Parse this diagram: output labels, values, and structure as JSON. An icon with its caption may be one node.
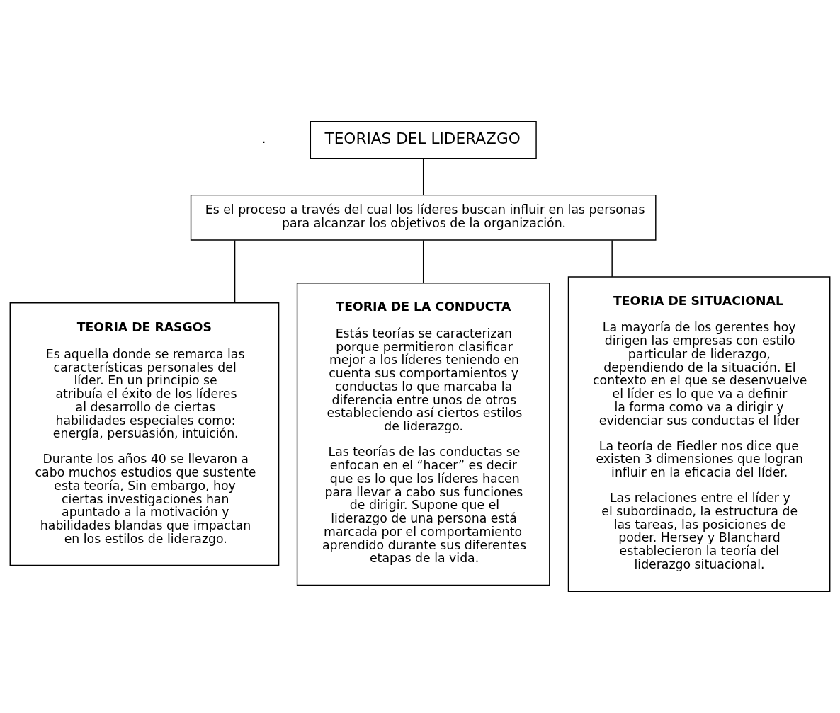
{
  "diagram": {
    "nodes": [
      {
        "text": [
          "TEORIAS DEL LIDERAZGO"
        ]
      },
      {
        "text": [
          "Es el proceso a través del cual los líderes buscan influir en las personas para alcanzar los objetivos de la organización."
        ]
      },
      {
        "text": [
          "TEORIA DE RASGOS",
          "Es aquella donde se remarca las características personales del líder. En un principio se atribuía el éxito de los líderes al desarrollo de ciertas habilidades especiales como: energía, persuasión, intuición.",
          "Durante los años 40 se llevaron a cabo muchos estudios que sustente esta teoría, Sin embargo, hoy ciertas investigaciones han apuntado a la motivación y habilidades blandas que impactan en los estilos de liderazgo."
        ]
      },
      {
        "text": [
          "TEORIA DE LA CONDUCTA",
          "Estás teorías se caracterizan porque permitieron clasificar mejor a los líderes teniendo en cuenta sus comportamientos y conductas lo que marcaba la diferencia entre unos de otros estableciendo así ciertos estilos de liderazgo.",
          "Las teorías de las conductas se enfocan en el “hacer” es decir que es lo que los líderes hacen para llevar a cabo sus funciones de dirigir. Supone que el liderazgo de una persona está marcada por el comportamiento aprendido durante sus diferentes etapas de la vida."
        ]
      },
      {
        "text": [
          "TEORIA DE SITUACIONAL",
          "La mayoría de los gerentes hoy dirigen las empresas con estilo particular de liderazgo, dependiendo de la situación. El contexto en el que se desenvuelve el líder es lo que va a definir la forma como va a dirigir y evidenciar sus conductas el líder",
          "La teoría de Fiedler nos dice que existen 3 dimensiones que logran influir en la eficacia del líder.",
          "Las relaciones entre el líder y el subordinado, la estructura de las tareas, las posiciones de poder. Hersey y Blanchard establecieron la teoría del liderazgo situacional."
        ]
      }
    ],
    "edges": [
      {
        "from": 0,
        "to": 1,
        "arrow": "none"
      },
      {
        "from": 1,
        "to": 2,
        "arrow": "none"
      },
      {
        "from": 1,
        "to": 3,
        "arrow": "none"
      },
      {
        "from": 1,
        "to": 4,
        "arrow": "none"
      }
    ],
    "labels": [
      "."
    ]
  }
}
